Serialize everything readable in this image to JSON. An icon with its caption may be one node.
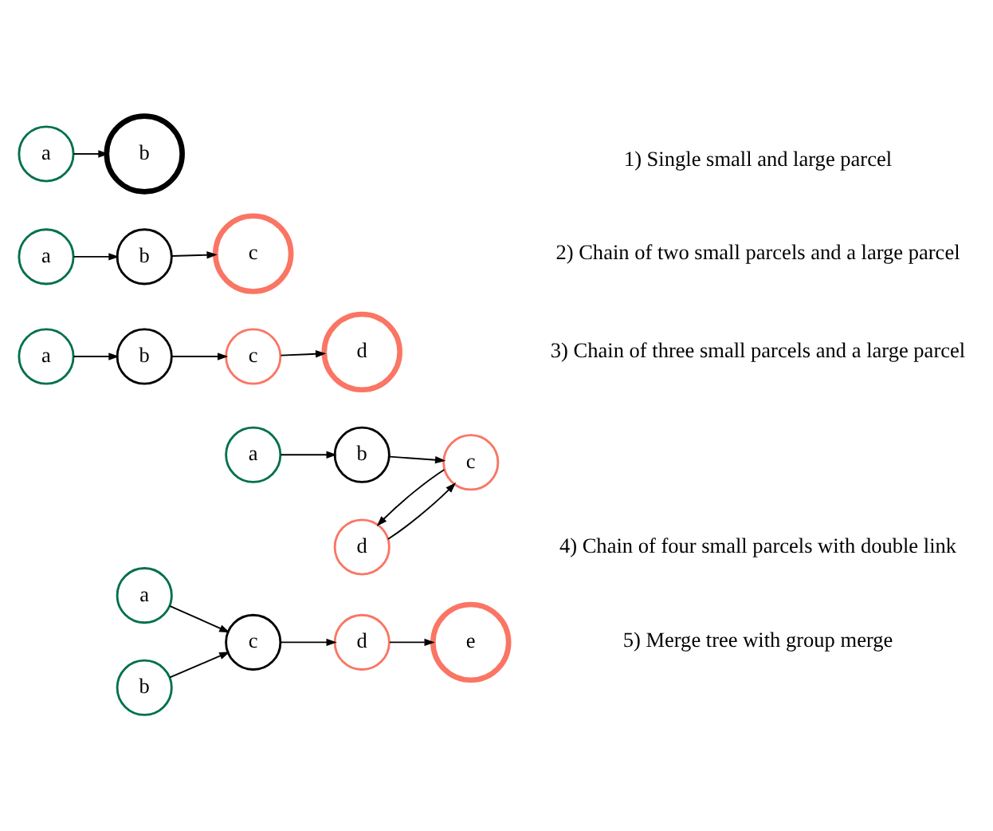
{
  "diagram": {
    "nodes": [
      {
        "text": [
          "a"
        ]
      },
      {
        "text": [
          "b"
        ]
      },
      {
        "text": [
          "a"
        ]
      },
      {
        "text": [
          "b"
        ]
      },
      {
        "text": [
          "c"
        ]
      },
      {
        "text": [
          "a"
        ]
      },
      {
        "text": [
          "b"
        ]
      },
      {
        "text": [
          "c"
        ]
      },
      {
        "text": [
          "d"
        ]
      },
      {
        "text": [
          "a"
        ]
      },
      {
        "text": [
          "b"
        ]
      },
      {
        "text": [
          "c"
        ]
      },
      {
        "text": [
          "d"
        ]
      },
      {
        "text": [
          "a"
        ]
      },
      {
        "text": [
          "b"
        ]
      },
      {
        "text": [
          "c"
        ]
      },
      {
        "text": [
          "d"
        ]
      },
      {
        "text": [
          "e"
        ]
      }
    ],
    "edges": [
      {
        "from": 0,
        "to": 1,
        "arrow": "to"
      },
      {
        "from": 2,
        "to": 3,
        "arrow": "to"
      },
      {
        "from": 3,
        "to": 4,
        "arrow": "to"
      },
      {
        "from": 5,
        "to": 6,
        "arrow": "to"
      },
      {
        "from": 6,
        "to": 7,
        "arrow": "to"
      },
      {
        "from": 7,
        "to": 8,
        "arrow": "to"
      },
      {
        "from": 9,
        "to": 10,
        "arrow": "to"
      },
      {
        "from": 10,
        "to": 11,
        "arrow": "to"
      },
      {
        "from": 11,
        "to": 12,
        "arrow": "to"
      },
      {
        "from": 12,
        "to": 11,
        "arrow": "to"
      },
      {
        "from": 13,
        "to": 15,
        "arrow": "to"
      },
      {
        "from": 14,
        "to": 15,
        "arrow": "to"
      },
      {
        "from": 15,
        "to": 16,
        "arrow": "to"
      },
      {
        "from": 16,
        "to": 17,
        "arrow": "to"
      }
    ],
    "labels": [
      "1) Single small and large parcel",
      "2) Chain of two small parcels and a large parcel",
      "3) Chain of three small parcels and a large parcel",
      "4) Chain of four small parcels with double link",
      "5) Merge tree with group merge"
    ]
  }
}
